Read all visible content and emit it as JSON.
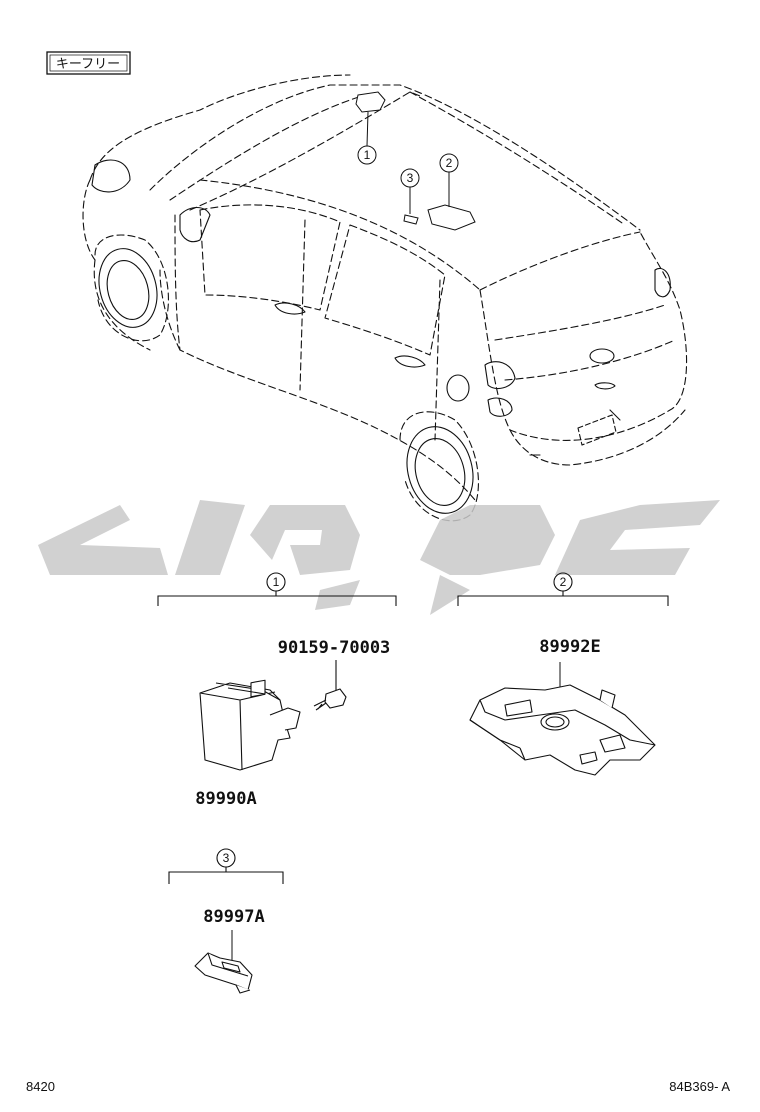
{
  "page": {
    "section_label": "キーフリー",
    "page_number": "8420",
    "diagram_code": "84B369- A"
  },
  "callouts": {
    "c1": "1",
    "c2": "2",
    "c3": "3"
  },
  "parts": {
    "group1_bolt": "90159-70003",
    "group1_module": "89990A",
    "group2_bracket": "89992E",
    "group3_sensor": "89997A"
  },
  "watermark": {
    "color": "#c9c9c9"
  }
}
